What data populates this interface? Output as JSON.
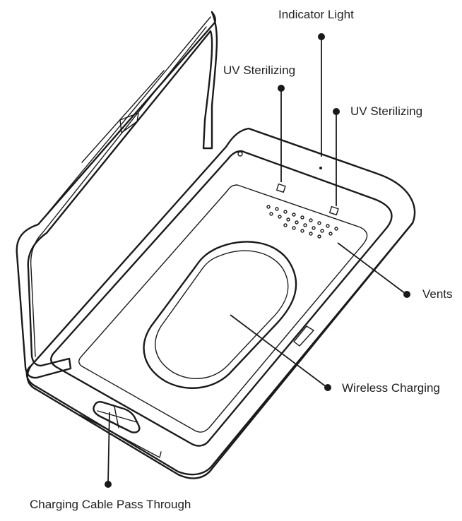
{
  "labels": {
    "indicator_light": "Indicator Light",
    "uv_sterilizing_left": "UV Sterilizing",
    "uv_sterilizing_right": "UV Sterilizing",
    "vents": "Vents",
    "wireless_charging": "Wireless Charging",
    "charging_cable": "Charging Cable Pass Through"
  },
  "colors": {
    "line": "#1a1a1a",
    "background": "#ffffff",
    "text": "#222222"
  }
}
